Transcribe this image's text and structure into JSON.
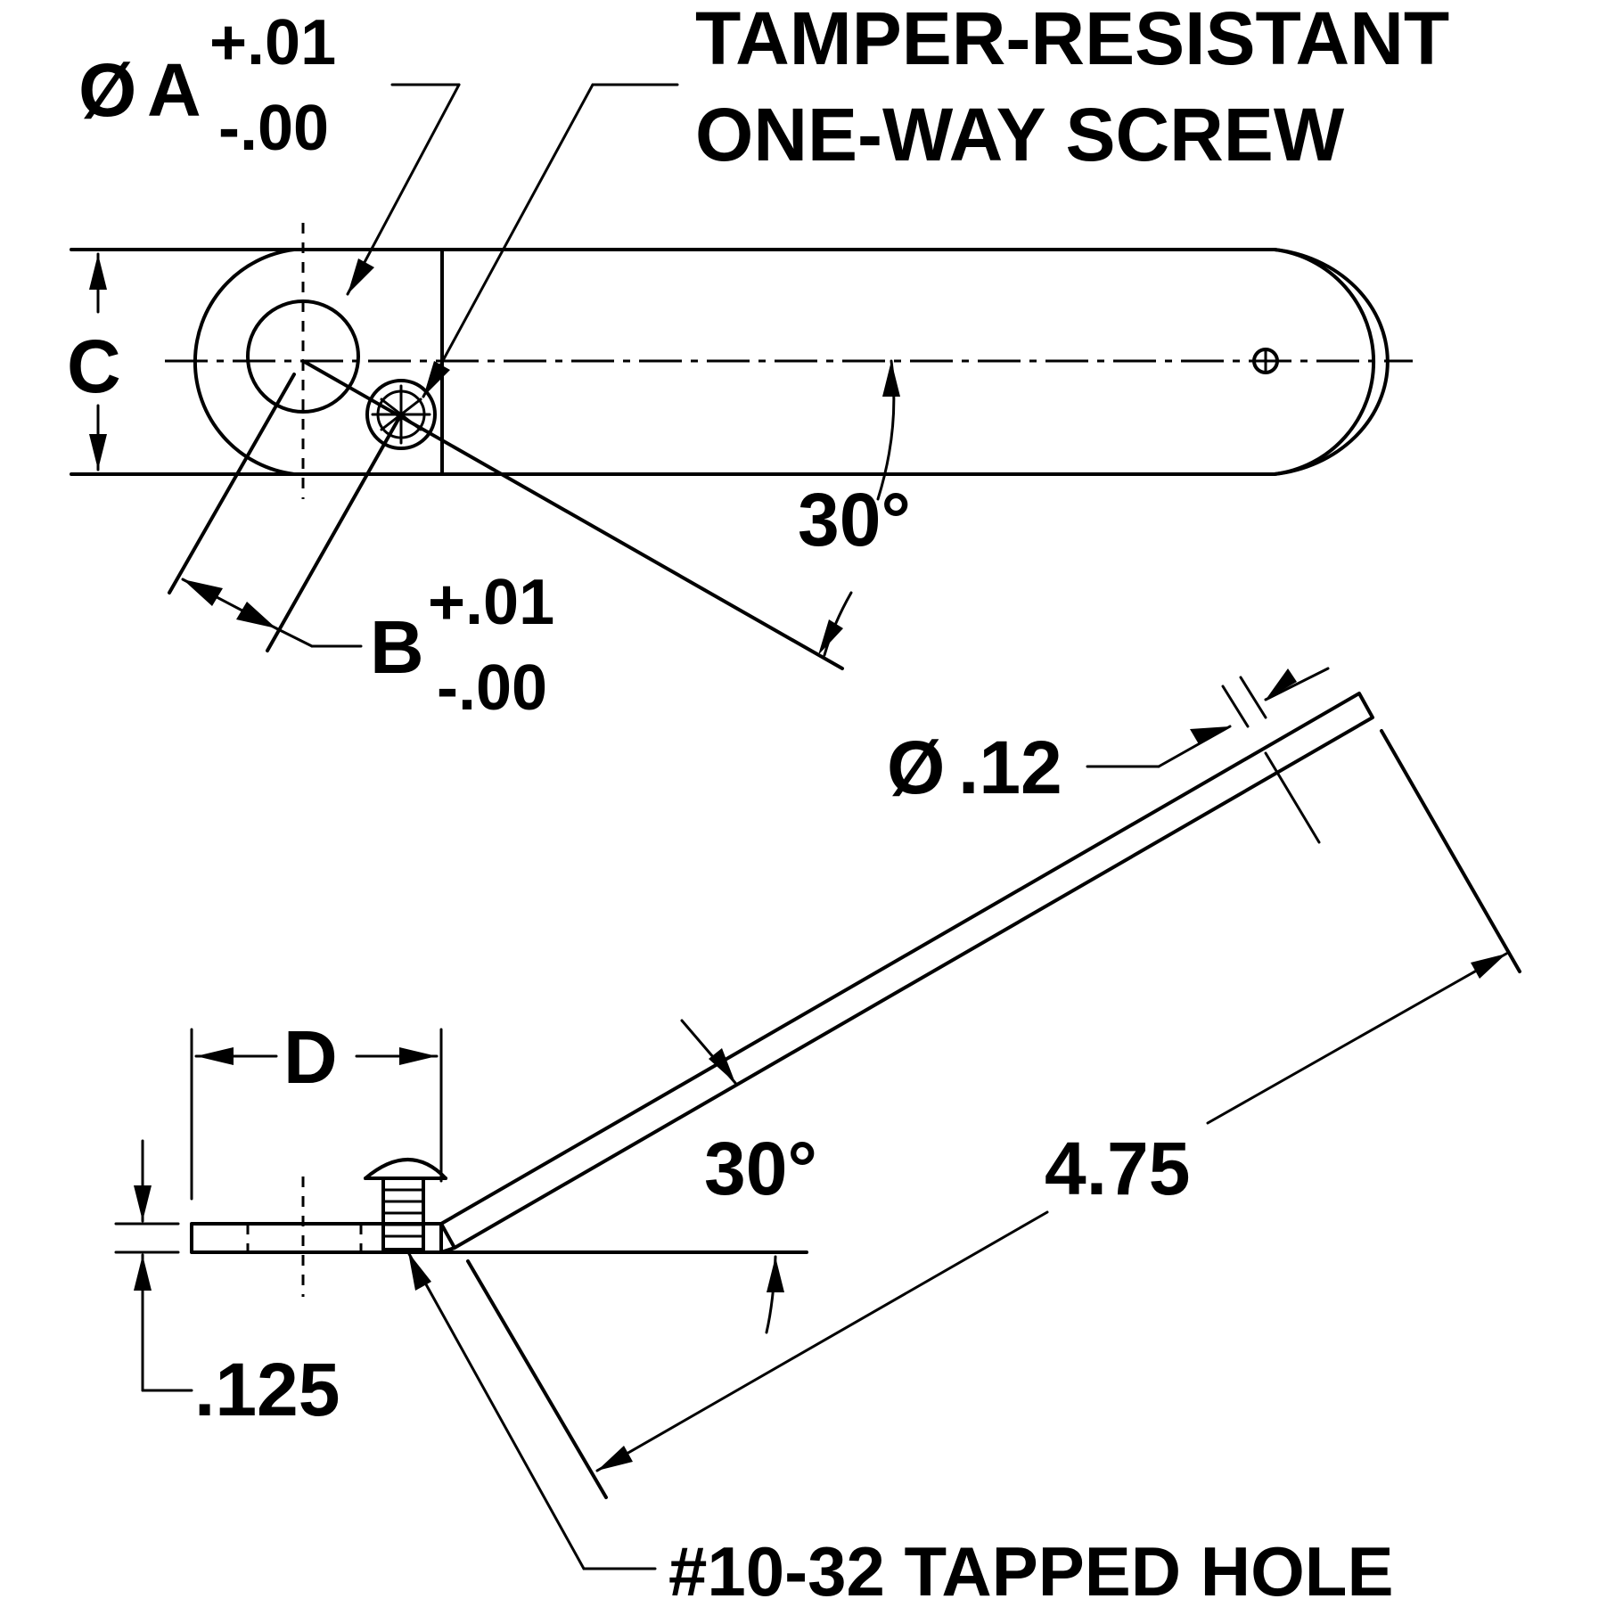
{
  "labels": {
    "note_screw_line1": "TAMPER-RESISTANT",
    "note_screw_line2": "ONE-WAY SCREW",
    "dia_symbol": "Ø",
    "dim_a_letter": "A",
    "dim_a_tol_plus": "+.01",
    "dim_a_tol_minus": "-.00",
    "dim_b_letter": "B",
    "dim_b_tol_plus": "+.01",
    "dim_b_tol_minus": "-.00",
    "dim_c": "C",
    "dim_d": "D",
    "angle_top": "30°",
    "angle_bottom": "30°",
    "hole_dia_value": ".12",
    "thickness": ".125",
    "length": "4.75",
    "note_tapped_hole": "#10-32 TAPPED HOLE"
  }
}
